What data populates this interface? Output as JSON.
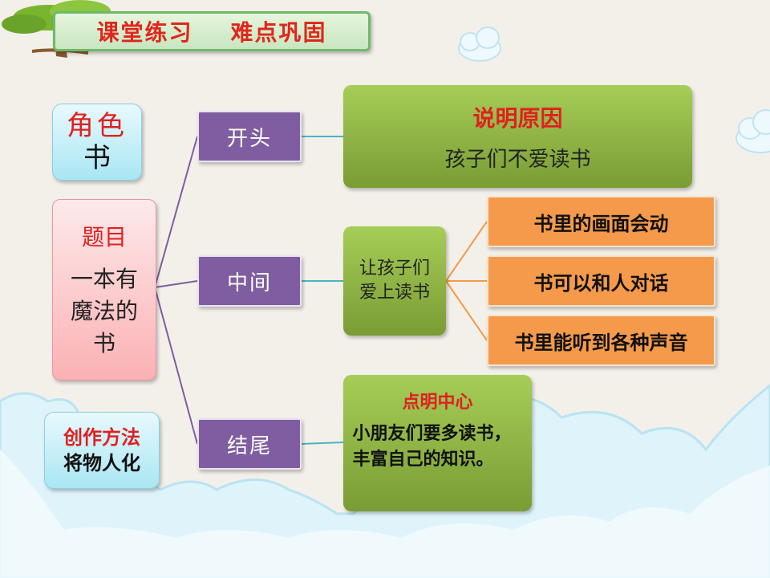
{
  "banner": {
    "title": "课堂练习    难点巩固"
  },
  "role": {
    "label": "角色",
    "value": "书"
  },
  "topic": {
    "label": "题目",
    "value": "一本有魔法的书"
  },
  "method": {
    "label": "创作方法",
    "value": "将物人化"
  },
  "structure": {
    "opening": "开头",
    "middle": "中间",
    "ending": "结尾"
  },
  "opening_detail": {
    "label": "说明原因",
    "text": "孩子们不爱读书"
  },
  "middle_detail": {
    "text": "让孩子们爱上读书"
  },
  "middle_points": [
    "书里的画面会动",
    "书可以和人对话",
    "书里能听到各种声音"
  ],
  "ending_detail": {
    "label": "点明中心",
    "text": "小朋友们要多读书，丰富自己的知识。"
  },
  "colors": {
    "purple": "#7f5da0",
    "green": "#8fb545",
    "orange": "#f49a4a",
    "red": "#e02020",
    "cyan": "#a9e6f3"
  }
}
